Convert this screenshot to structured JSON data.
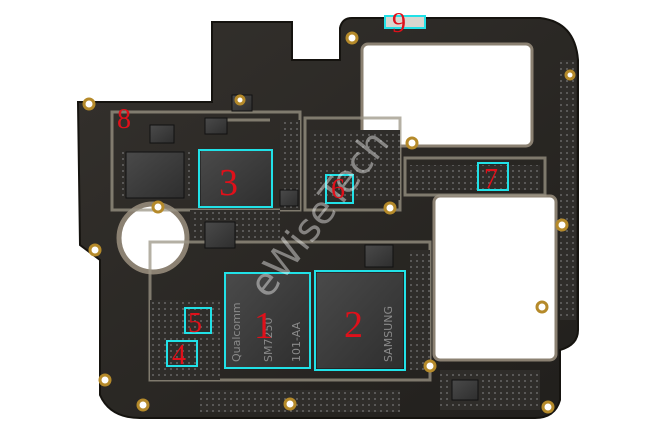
{
  "image": {
    "subject": "smartphone-motherboard",
    "watermark": "eWiseTech",
    "colors": {
      "board": "#2b2926",
      "board_edge": "#1d1b19",
      "chip": "#3a3a3a",
      "highlight_box": "#21e1e7",
      "label_red": "#e0101a",
      "gold": "#b58a2a"
    },
    "callouts": [
      {
        "id": "1",
        "label": "1"
      },
      {
        "id": "2",
        "label": "2"
      },
      {
        "id": "3",
        "label": "3"
      },
      {
        "id": "4",
        "label": "4"
      },
      {
        "id": "5",
        "label": "5"
      },
      {
        "id": "6",
        "label": "6"
      },
      {
        "id": "7",
        "label": "7"
      },
      {
        "id": "8",
        "label": "8"
      },
      {
        "id": "9",
        "label": "9"
      }
    ],
    "chip_markings": {
      "soc_brand": "Qualcomm",
      "soc_part": "SM7250",
      "soc_line3": "101-AA",
      "mem_line1": "SAMSUNG"
    }
  }
}
